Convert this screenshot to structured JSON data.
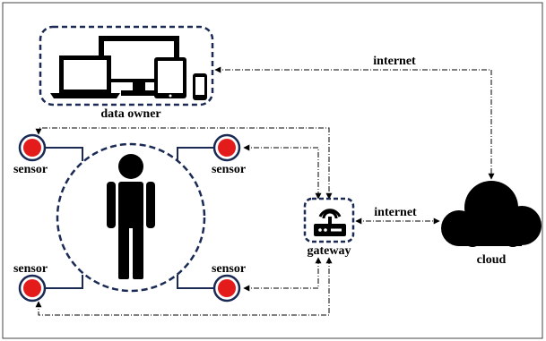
{
  "labels": {
    "data_owner": "data owner",
    "internet_top": "internet",
    "internet_mid": "internet",
    "gateway": "gateway",
    "cloud": "cloud",
    "sensor_tl": "sensor",
    "sensor_tr": "sensor",
    "sensor_bl": "sensor",
    "sensor_br": "sensor"
  },
  "colors": {
    "box_border": "#1a2a55",
    "sensor_fill": "#e41b1b",
    "sensor_ring": "#1a2a55",
    "icon": "#000000",
    "frame": "#444444"
  },
  "icons": {
    "devices": "laptop-monitor-tablet-phone-icons",
    "person": "person-icon",
    "router": "wifi-router-icon",
    "cloud": "cloud-icon"
  }
}
